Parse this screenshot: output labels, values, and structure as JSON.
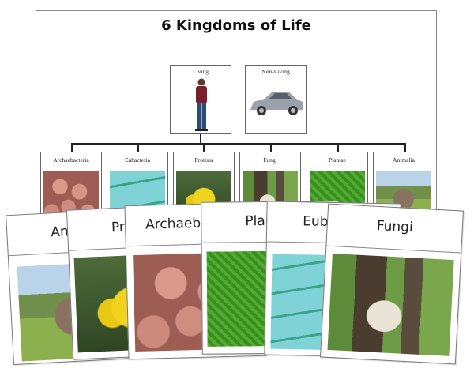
{
  "sheet": {
    "title": "6 Kingdoms of Life",
    "top_cards": [
      {
        "label": "Living",
        "image": "standing-man"
      },
      {
        "label": "Non-Living",
        "image": "silver-car"
      }
    ],
    "kingdoms": [
      {
        "label": "Archaebacteria",
        "image": "archaebacteria-micrograph"
      },
      {
        "label": "Eubacteria",
        "image": "eubacteria-chains"
      },
      {
        "label": "Protista",
        "image": "yellow-slime-mold"
      },
      {
        "label": "Fungi",
        "image": "mushroom-forest"
      },
      {
        "label": "Plantae",
        "image": "fern"
      },
      {
        "label": "Animalia",
        "image": "elephant"
      }
    ]
  },
  "cards": [
    {
      "label": "Animalia",
      "visible_text": "Ani",
      "image": "elephant"
    },
    {
      "label": "Protista",
      "visible_text": "Pr",
      "image": "yellow-slime-mold"
    },
    {
      "label": "Archaebacteria",
      "visible_text": "Archaeba",
      "image": "archaebacteria-micrograph"
    },
    {
      "label": "Plantae",
      "visible_text": "Plan",
      "image": "fern"
    },
    {
      "label": "Eubacteria",
      "visible_text": "Eubc",
      "image": "eubacteria-chains"
    },
    {
      "label": "Fungi",
      "visible_text": "Fungi",
      "image": "mushroom-forest"
    }
  ]
}
